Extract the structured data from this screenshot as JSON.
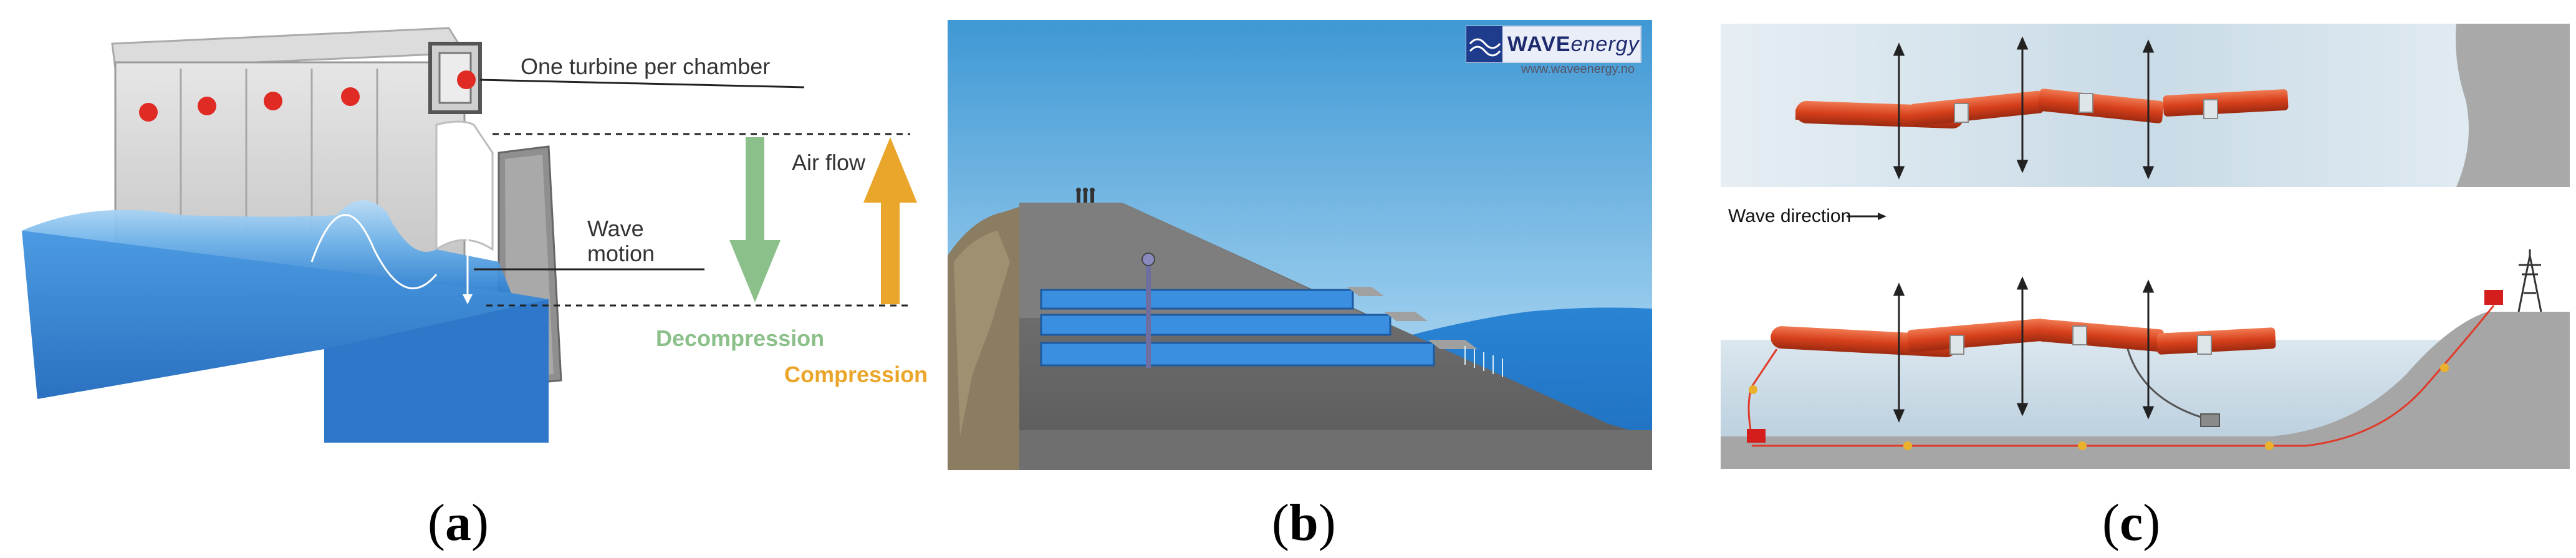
{
  "panels": {
    "a": {
      "caption": "a",
      "labels": {
        "turbine": "One turbine per chamber",
        "air_flow": "Air flow",
        "wave_motion_line1": "Wave",
        "wave_motion_line2": "motion",
        "decompression": "Decompression",
        "compression": "Compression"
      },
      "colors": {
        "decompression": "#8cc08a",
        "compression": "#eaa62a",
        "water": "#3b8fdc"
      }
    },
    "b": {
      "caption": "b",
      "brand_bold": "WAVE",
      "brand_light": "energy",
      "url": "www.waveenergy.no",
      "colors": {
        "sky": "#4aa0d6",
        "sea": "#2a84d4"
      }
    },
    "c": {
      "caption": "c",
      "wave_direction": "Wave direction",
      "colors": {
        "device": "#d7401c",
        "cable": "#e03a2a",
        "seabed": "#a6a6a6"
      }
    }
  }
}
